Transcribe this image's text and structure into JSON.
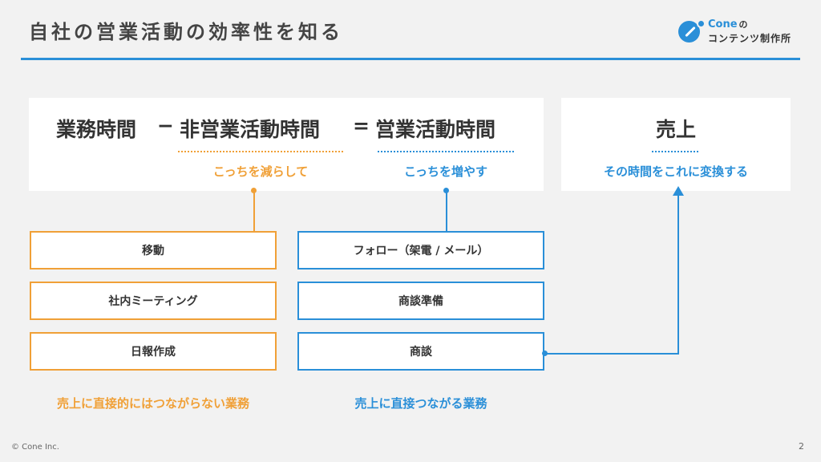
{
  "slide": {
    "title": "自社の営業活動の効率性を知る",
    "page_number": "2",
    "copyright": "© Cone Inc."
  },
  "logo": {
    "brand": "Cone",
    "brand_suffix": "の",
    "subtitle": "コンテンツ制作所"
  },
  "equation": {
    "term1": "業務時間",
    "minus": "−",
    "term2": "非営業活動時間",
    "equals": "=",
    "term3": "営業活動時間",
    "note_reduce": "こっちを減らして",
    "note_increase": "こっちを増やす"
  },
  "sales": {
    "title": "売上",
    "note": "その時間をこれに変換する"
  },
  "non_sales_tasks": [
    "移動",
    "社内ミーティング",
    "日報作成"
  ],
  "sales_tasks": [
    "フォロー（架電 / メール）",
    "商談準備",
    "商談"
  ],
  "captions": {
    "non_sales": "売上に直接的にはつながらない業務",
    "sales": "売上に直接つながる業務"
  },
  "colors": {
    "accent_blue": "#2a8fd8",
    "accent_orange": "#f0a037",
    "background": "#f2f2f2"
  }
}
